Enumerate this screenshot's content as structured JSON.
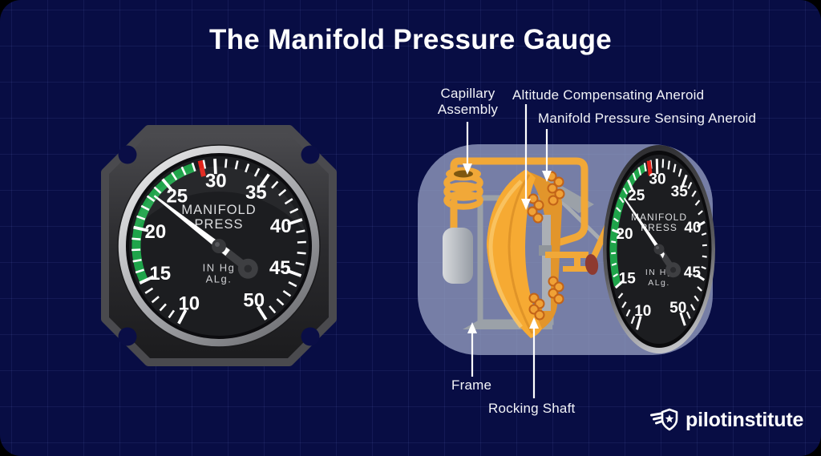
{
  "title": "The Manifold Pressure Gauge",
  "annotations": {
    "capillary_assembly": "Capillary Assembly",
    "altitude_compensating_aneroid": "Altitude Compensating Aneroid",
    "manifold_pressure_sensing_aneroid": "Manifold Pressure Sensing Aneroid",
    "frame": "Frame",
    "rocking_shaft": "Rocking Shaft"
  },
  "gauge": {
    "type": "dial",
    "center_label_lines": [
      "MANIFOLD",
      "PRESS"
    ],
    "unit_label_lines": [
      "IN Hg",
      "ALg."
    ],
    "scale_min": 10,
    "scale_max": 50,
    "minor_step": 1,
    "major_labels": [
      10,
      15,
      20,
      25,
      30,
      35,
      40,
      45,
      50
    ],
    "green_arc": [
      15,
      28.2
    ],
    "redline_value": 28.7,
    "needle_value": 23.4
  },
  "logo": {
    "brand": "pilotinstitute"
  },
  "colors": {
    "background": "#080D44",
    "grid_line": "rgba(140,155,255,0.09)",
    "label_white": "#F2F3F7",
    "accent_orange": "#F1A838",
    "arc_green": "#1FA44A",
    "redline": "#E2231A",
    "housing": "rgba(161,170,204,0.72)",
    "metal_gray": "#9BA1A8",
    "pivot_maroon": "#8E3A30",
    "dial_black": "#1C1D20"
  }
}
